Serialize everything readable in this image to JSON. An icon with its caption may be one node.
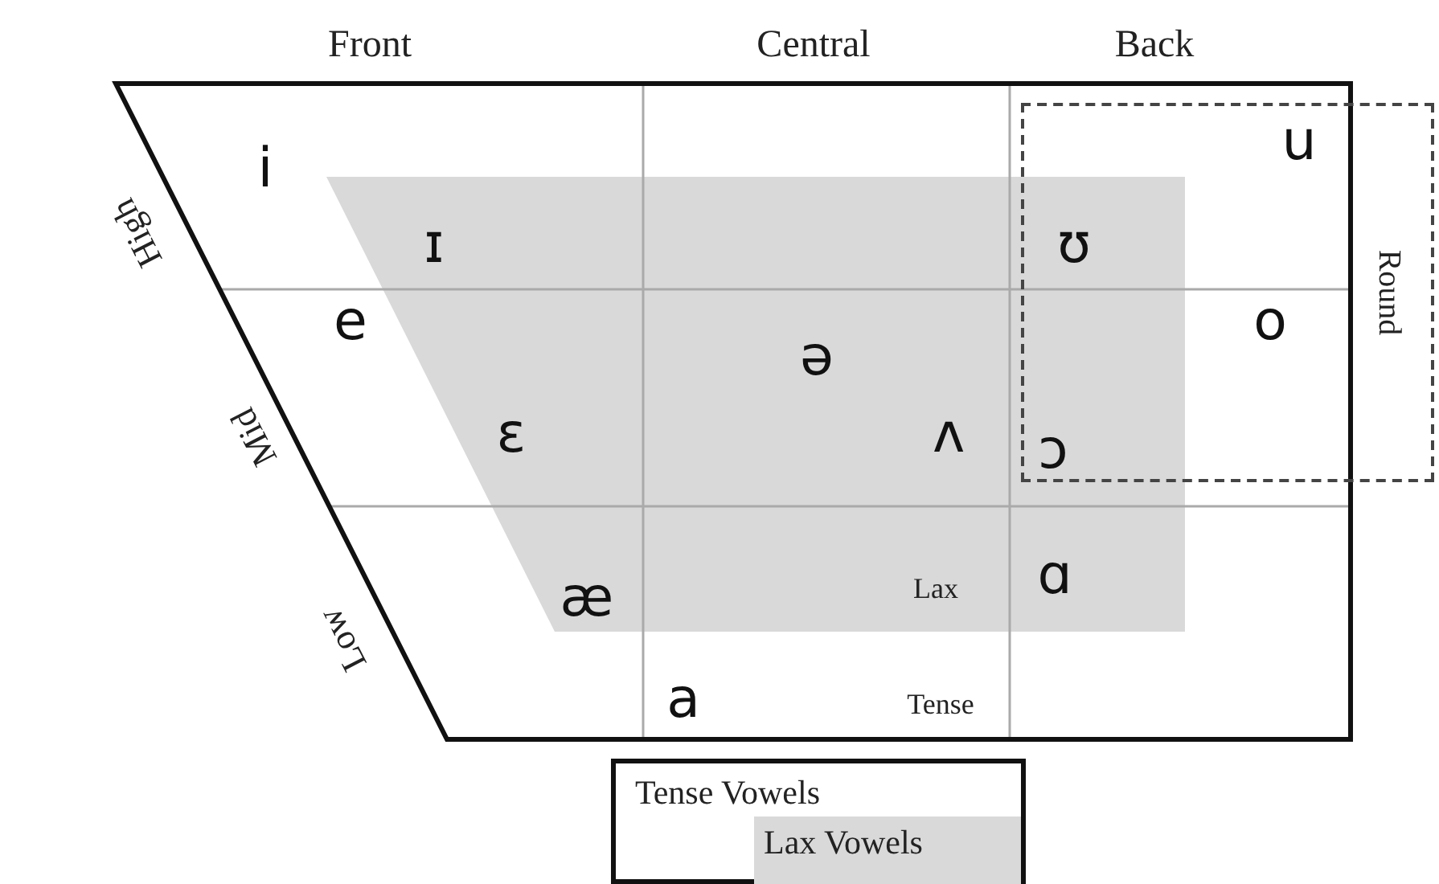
{
  "diagram": {
    "nodes": [
      {
        "text": [
          "Round"
        ]
      }
    ],
    "labels": [
      "Front",
      "Central",
      "Back",
      "u",
      "i",
      "ɪ",
      "ʊ",
      "High",
      "e",
      "o",
      "ə",
      "Mid",
      "ɛ",
      "ʌ",
      "ɔ",
      "æ",
      "Lax",
      "ɑ",
      "Low",
      "a",
      "Tense"
    ],
    "legend": [
      {
        "text": "Tense Vowels",
        "color": "#ffffff"
      },
      {
        "text": "Lax Vowels",
        "color": "#d9d9d9"
      }
    ]
  }
}
